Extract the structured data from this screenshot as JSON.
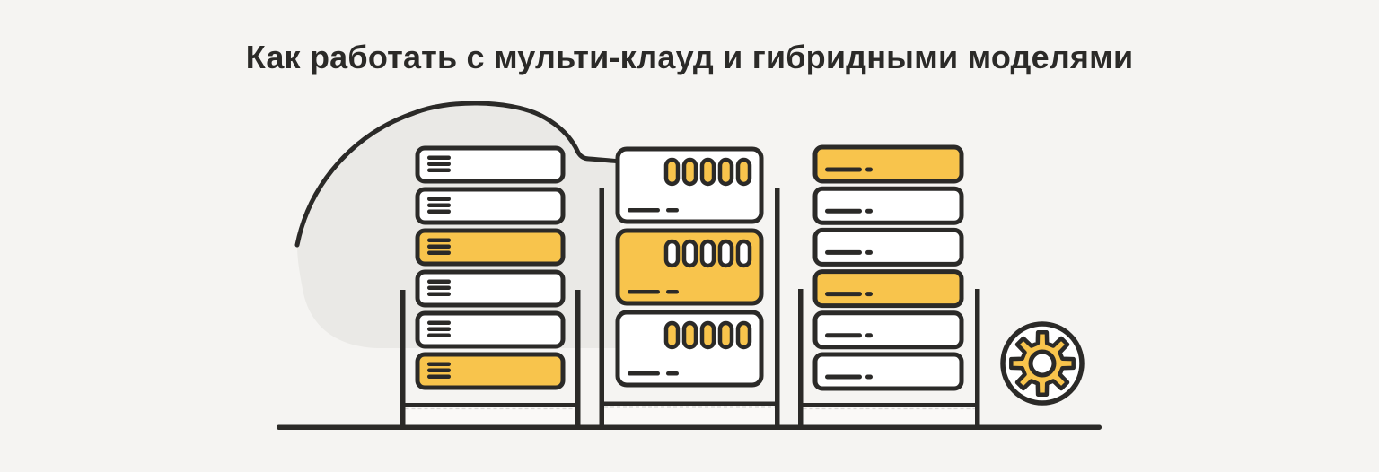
{
  "title": "Как работать с мульти-клауд и гибридными моделями",
  "colors": {
    "background": "#F5F4F2",
    "stroke": "#2B2A28",
    "accent": "#F8C44C",
    "cloud": "#EAE9E6",
    "surface": "#FFFFFF",
    "base": "#FAF9F7",
    "dash": "#D8D7D5"
  },
  "illustration": {
    "cloud_icon": "cloud",
    "gear_icon": "gear",
    "ground": "ground-line",
    "racks": [
      {
        "name": "left-rack",
        "row_icon": "menu-lines-icon",
        "rows": [
          "white",
          "white",
          "accent",
          "white",
          "white",
          "accent"
        ]
      },
      {
        "name": "middle-rack",
        "row_icon": "drive-slot-icon",
        "rows": [
          "white",
          "accent",
          "white"
        ]
      },
      {
        "name": "right-rack",
        "row_icon": "dash-dot-icon",
        "rows": [
          "accent",
          "white",
          "white",
          "accent",
          "white",
          "white"
        ]
      }
    ]
  }
}
